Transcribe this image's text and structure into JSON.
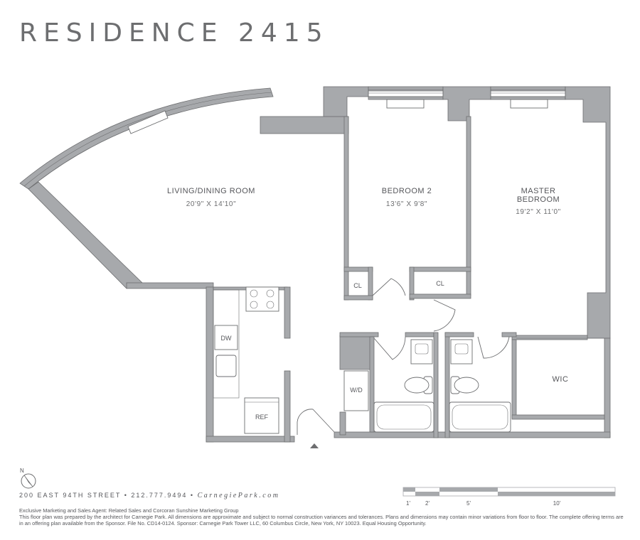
{
  "title": "RESIDENCE 2415",
  "rooms": {
    "living": {
      "name": "LIVING/DINING ROOM",
      "dims": "20'9\" X 14'10\""
    },
    "bedroom2": {
      "name": "BEDROOM 2",
      "dims": "13'6\" X 9'8\""
    },
    "master": {
      "name_line1": "MASTER",
      "name_line2": "BEDROOM",
      "dims": "19'2\" X 11'0\""
    },
    "wic": {
      "name": "WIC"
    }
  },
  "fixtures": {
    "closet_a": "CL",
    "closet_b": "CL",
    "dishwasher": "DW",
    "refrigerator": "REF",
    "washer_dryer": "W/D"
  },
  "compass": {
    "label": "N"
  },
  "footer": {
    "address": "200 EAST 94TH STREET • 212.777.9494 •",
    "website": "CarnegiePark.com",
    "legal_line1": "Exclusive Marketing and Sales Agent: Related Sales and Corcoran Sunshine Marketing Group",
    "legal_line2": "This floor plan was prepared by the architect for Carnegie Park. All dimensions are approximate and subject to normal construction variances and tolerances. Plans and dimensions may contain minor variations from floor to floor. The complete offering terms are in an offering plan available from the Sponsor. File No. CD14-0124. Sponsor: Carnegie Park Tower LLC, 60 Columbus Circle, New York, NY 10023. Equal Housing Opportunity."
  },
  "scale": {
    "ticks": [
      "1'",
      "2'",
      "5'",
      "10'"
    ]
  },
  "colors": {
    "wall": "#a7a9ac",
    "wall_stroke": "#6d6e70",
    "text": "#55565a"
  }
}
